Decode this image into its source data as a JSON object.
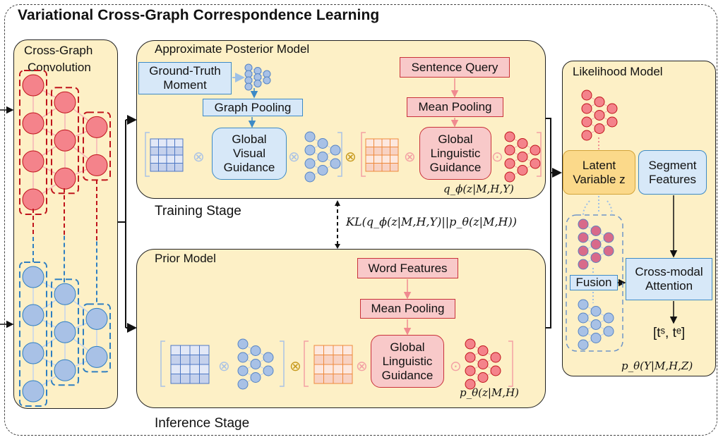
{
  "title": "Variational Cross-Graph Correspondence Learning",
  "cross_graph": {
    "title_line1": "Cross-Graph",
    "title_line2": "Convolution"
  },
  "posterior": {
    "title": "Approximate Posterior Model",
    "ground_truth": "Ground-Truth Moment",
    "graph_pooling": "Graph Pooling",
    "global_visual": "Global Visual Guidance",
    "sentence_query": "Sentence Query",
    "mean_pooling": "Mean Pooling",
    "global_linguistic": "Global Linguistic Guidance",
    "formula": "q_ϕ(z|M,H,Y)"
  },
  "training_stage": "Training Stage",
  "kl_formula": "KL(q_ϕ(z|M,H,Y)||p_θ(z|M,H))",
  "prior": {
    "title": "Prior Model",
    "word_features": "Word Features",
    "mean_pooling": "Mean Pooling",
    "global_linguistic": "Global Linguistic Guidance",
    "formula": "p_θ(z|M,H)"
  },
  "inference_stage": "Inference Stage",
  "likelihood": {
    "title": "Likelihood Model",
    "latent": "Latent Variable z",
    "segment": "Segment Features",
    "fusion": "Fusion",
    "cross_modal": "Cross-modal Attention",
    "output": "[tˢ, tᵉ]",
    "formula": "p_θ(Y|M,H,Z)"
  },
  "operators": {
    "otimes": "⊗",
    "odot": "⊙"
  },
  "colors": {
    "panel_bg": "#fdf0c6",
    "visual_blue": "#3d8ac6",
    "linguistic_red": "#c9323a",
    "node_red": "#f4838b",
    "node_blue": "#a8c1e6",
    "latent_orange": "#fbd98a"
  }
}
